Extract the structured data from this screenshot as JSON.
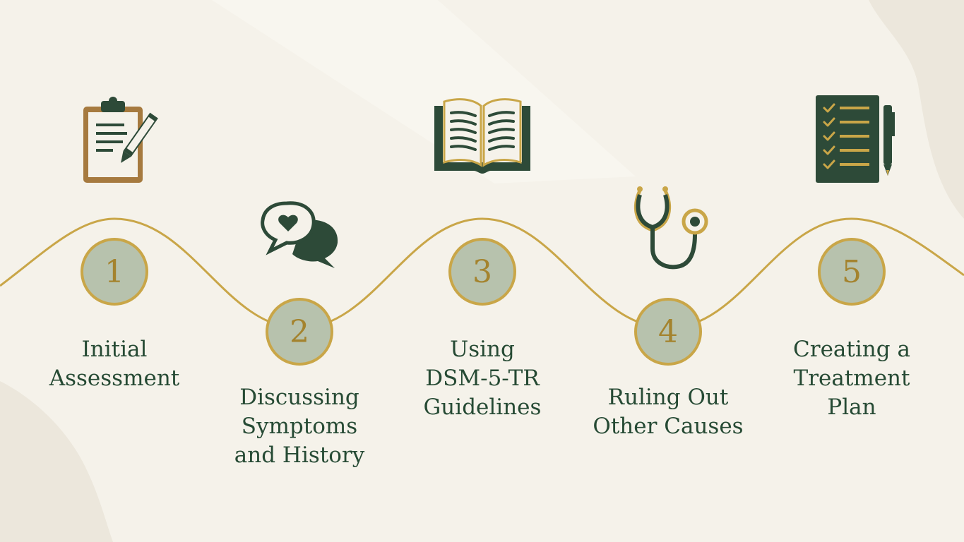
{
  "colors": {
    "background": "#f5f2ea",
    "accent_gold": "#c9a648",
    "badge_fill": "#b7c2ad",
    "text_green": "#264a34",
    "icon_green": "#2d4a38",
    "icon_brown": "#a67a3f"
  },
  "steps": [
    {
      "number": "1",
      "label_lines": [
        "Initial",
        "Assessment"
      ],
      "icon": "clipboard-pen-icon"
    },
    {
      "number": "2",
      "label_lines": [
        "Discussing",
        "Symptoms",
        "and History"
      ],
      "icon": "chat-heart-icon"
    },
    {
      "number": "3",
      "label_lines": [
        "Using",
        "DSM-5-TR",
        "Guidelines"
      ],
      "icon": "open-book-icon"
    },
    {
      "number": "4",
      "label_lines": [
        "Ruling Out",
        "Other Causes"
      ],
      "icon": "stethoscope-icon"
    },
    {
      "number": "5",
      "label_lines": [
        "Creating a",
        "Treatment",
        "Plan"
      ],
      "icon": "checklist-pen-icon"
    }
  ]
}
